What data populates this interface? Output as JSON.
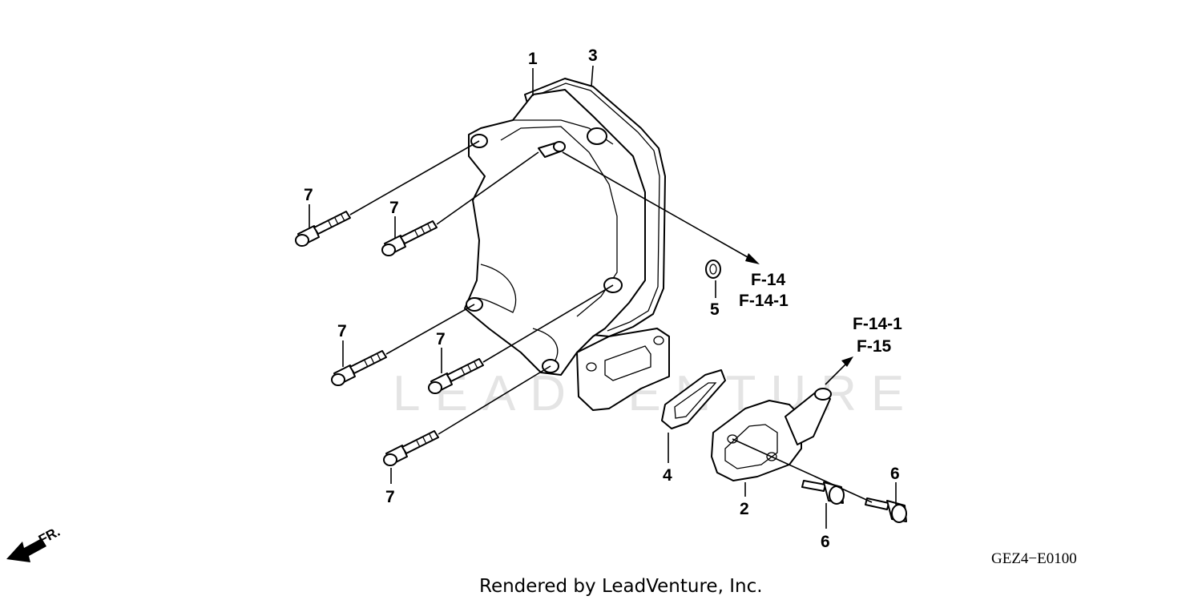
{
  "watermark": "LEADVENTURE",
  "part_labels": {
    "p1": "1",
    "p2": "2",
    "p3": "3",
    "p4": "4",
    "p5": "5",
    "p6a": "6",
    "p6b": "6",
    "p7a": "7",
    "p7b": "7",
    "p7c": "7",
    "p7d": "7",
    "p7e": "7"
  },
  "refs": {
    "upper_a": "F-14",
    "upper_b": "F-14-1",
    "lower_a": "F-14-1",
    "lower_b": "F-15"
  },
  "direction_label": "FR.",
  "diagram_code": "GEZ4−E0100",
  "footer": "Rendered by LeadVenture, Inc."
}
